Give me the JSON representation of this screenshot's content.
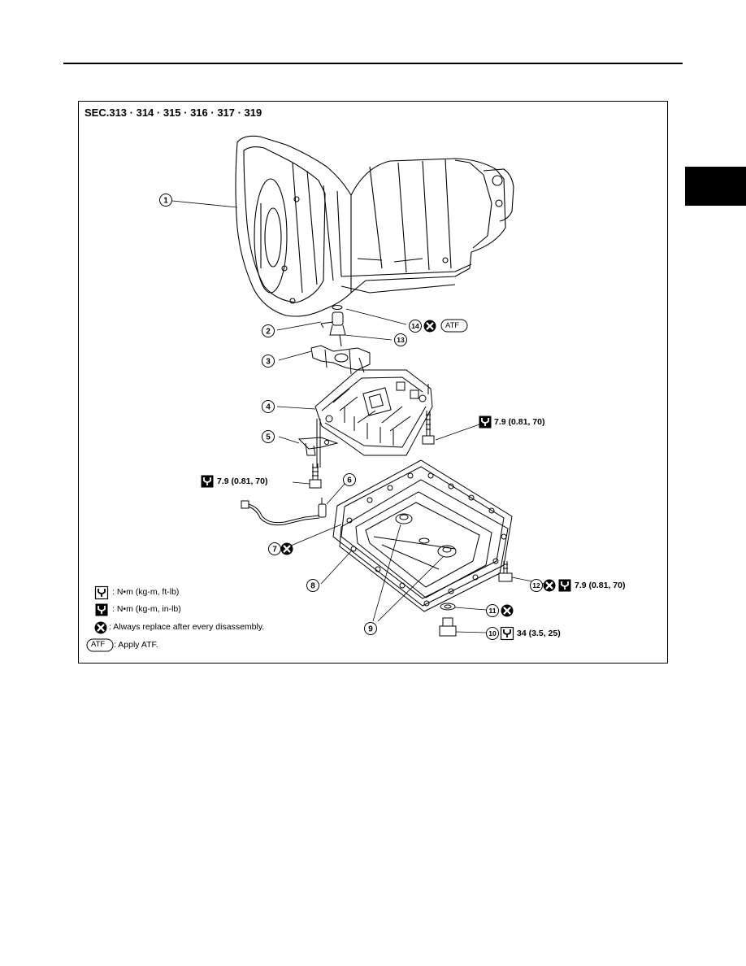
{
  "section_title": "SEC.313 · 314 · 315 · 316 · 317 · 319",
  "callouts": [
    "1",
    "2",
    "3",
    "4",
    "5",
    "6",
    "7",
    "8",
    "9",
    "10",
    "11",
    "12",
    "13",
    "14"
  ],
  "torque": {
    "t4_right": "7.9  (0.81,  70)",
    "t5_left": "7.9  (0.81,  70)",
    "t12": "7.9  (0.81,  70)",
    "t10": "34  (3.5,  25)"
  },
  "atf_badge": "ATF",
  "legend": {
    "ft_lb": ":  N•m  (kg-m,  ft-lb)",
    "in_lb": ":  N•m  (kg-m,  in-lb)",
    "replace": ": Always replace after every disassembly.",
    "atf_label": "ATF",
    "atf_text": ": Apply ATF."
  },
  "icons": {
    "torque_ft_lb": "torque-wrench-ft-lb-icon",
    "torque_in_lb": "torque-wrench-in-lb-icon",
    "replace": "always-replace-x-icon",
    "atf": "apply-atf-badge"
  }
}
